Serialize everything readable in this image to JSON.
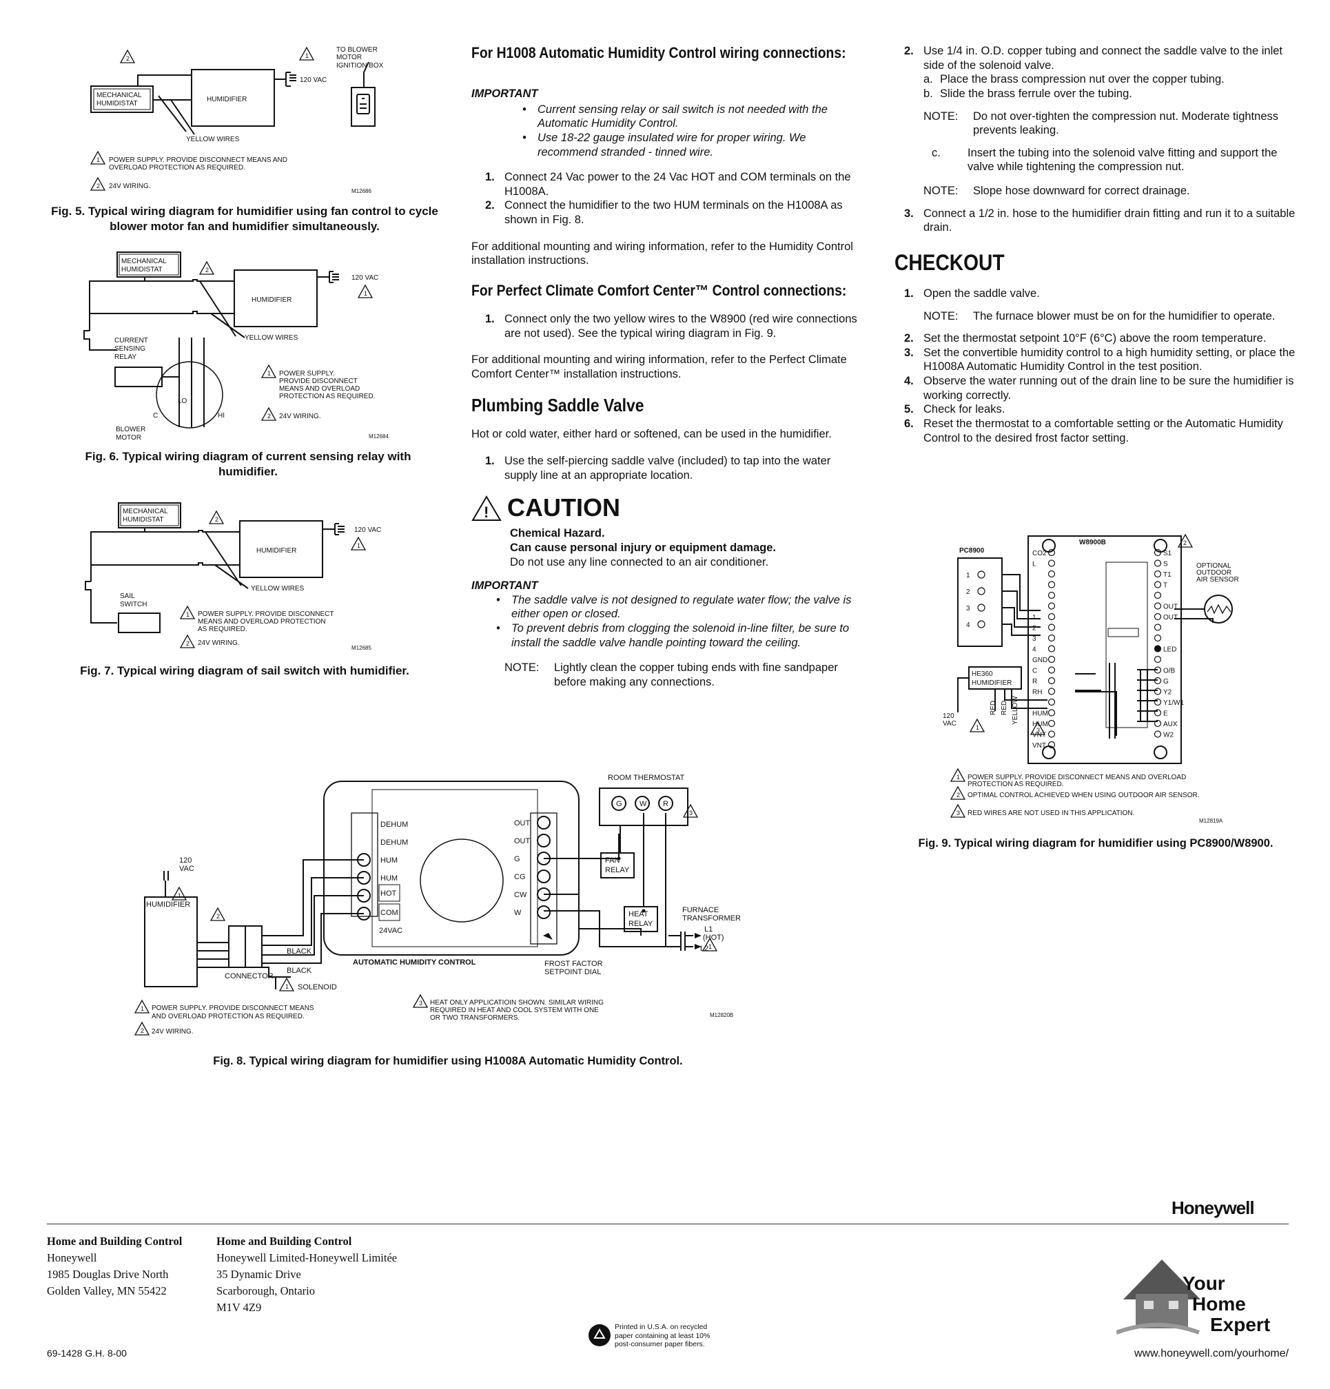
{
  "fig5": {
    "labels": {
      "to_blower": "TO BLOWER",
      "motor": "MOTOR",
      "ignition": "IGNITION BOX",
      "vac": "120 VAC",
      "humidistat1": "MECHANICAL",
      "humidistat2": "HUMIDISTAT",
      "humidifier": "HUMIDIFIER",
      "yellow": "YELLOW WIRES",
      "note1a": "POWER SUPPLY. PROVIDE DISCONNECT MEANS AND",
      "note1b": "OVERLOAD PROTECTION AS REQUIRED.",
      "note2": "24V WIRING.",
      "code": "M12686"
    },
    "caption": "Fig. 5. Typical wiring diagram for humidifier using fan control to cycle blower motor fan and humidifier simultaneously."
  },
  "fig6": {
    "labels": {
      "humidistat1": "MECHANICAL",
      "humidistat2": "HUMIDISTAT",
      "humidifier": "HUMIDIFIER",
      "vac": "120 VAC",
      "yellow": "YELLOW WIRES",
      "relay1": "CURRENT",
      "relay2": "SENSING",
      "relay3": "RELAY",
      "lo": "LO",
      "c": "C",
      "hi": "HI",
      "blower": "BLOWER",
      "motor": "MOTOR",
      "n1a": "POWER SUPPLY.",
      "n1b": "PROVIDE DISCONNECT",
      "n1c": "MEANS AND OVERLOAD",
      "n1d": "PROTECTION AS REQUIRED.",
      "n2": "24V WIRING.",
      "code": "M12684"
    },
    "caption": "Fig. 6. Typical wiring diagram of current sensing relay with humidifier."
  },
  "fig7": {
    "labels": {
      "humidistat1": "MECHANICAL",
      "humidistat2": "HUMIDISTAT",
      "humidifier": "HUMIDIFIER",
      "vac": "120 VAC",
      "yellow": "YELLOW WIRES",
      "sail1": "SAIL",
      "sail2": "SWITCH",
      "n1a": "POWER SUPPLY. PROVIDE DISCONNECT",
      "n1b": "MEANS AND OVERLOAD PROTECTION",
      "n1c": "AS REQUIRED.",
      "n2": "24V WIRING.",
      "code": "M12685"
    },
    "caption": "Fig. 7. Typical wiring diagram of sail switch with humidifier."
  },
  "mid": {
    "h1008_title": "For H1008 Automatic Humidity Control wiring connections:",
    "important": "IMPORTANT",
    "imp_bullets": [
      "Current sensing relay or sail switch is not needed with the Automatic Humidity Control.",
      "Use 18-22 gauge insulated wire for proper wiring. We recommend stranded - tinned wire."
    ],
    "steps": [
      "Connect 24 Vac power to the 24 Vac HOT and COM terminals on the H1008A.",
      "Connect the humidifier to the two HUM terminals on the H1008A as shown in Fig. 8."
    ],
    "step_nums": [
      "1.",
      "2."
    ],
    "more_info1": "For additional mounting and wiring information, refer to the Humidity Control installation instructions.",
    "pcc_title": "For Perfect Climate Comfort Center™ Control connections:",
    "pcc_step": "Connect only the two yellow wires to the W8900 (red wire connections are not used). See the typical wiring diagram in Fig. 9.",
    "pcc_num": "1.",
    "more_info2": "For additional mounting and wiring information, refer to the Perfect Climate Comfort Center™ installation instructions.",
    "saddle_title": "Plumbing Saddle Valve",
    "saddle_intro": "Hot or cold water, either hard or softened, can be used in the humidifier.",
    "saddle_step": "Use the self-piercing saddle valve (included) to tap into the water supply line at an appropriate location.",
    "saddle_num": "1.",
    "caution": "CAUTION",
    "caution_l1": "Chemical Hazard.",
    "caution_l2": "Can cause personal injury or equipment damage.",
    "caution_l3": "Do not use any line connected to an air conditioner.",
    "important2": "IMPORTANT",
    "imp2_bullets": [
      "The saddle valve is not designed to regulate water flow; the valve is either open or closed.",
      "To prevent debris from clogging the solenoid in-line filter, be sure to install the saddle valve handle pointing toward the ceiling."
    ],
    "note_label": "NOTE:",
    "note_text": "Lightly clean the copper tubing ends with fine sandpaper before making any connections."
  },
  "right": {
    "step2_num": "2.",
    "step2": "Use 1/4 in. O.D. copper tubing and connect the saddle valve to the inlet side of the solenoid valve.",
    "sub_a_l": "a.",
    "sub_a": "Place the brass compression nut over the copper tubing.",
    "sub_b_l": "b.",
    "sub_b": "Slide the brass ferrule over the tubing.",
    "note1_label": "NOTE:",
    "note1": "Do not over-tighten the compression nut. Moderate tightness prevents leaking.",
    "sub_c_l": "c.",
    "sub_c": "Insert the tubing into the solenoid valve fitting and support the valve while tightening the compression nut.",
    "note2_label": "NOTE:",
    "note2": "Slope hose downward for correct drainage.",
    "step3_num": "3.",
    "step3": "Connect a 1/2 in. hose to the humidifier drain fitting and run it to a suitable drain.",
    "checkout": "CHECKOUT",
    "c_nums": [
      "1.",
      "2.",
      "3.",
      "4.",
      "5.",
      "6."
    ],
    "c1": "Open the saddle valve.",
    "c_note_label": "NOTE:",
    "c_note": "The furnace blower must be on for the humidifier to operate.",
    "c2": "Set the thermostat setpoint 10°F (6°C) above the room temperature.",
    "c3": "Set the convertible humidity control to a high humidity setting, or place the H1008A Automatic Humidity Control in the test position.",
    "c4": "Observe the water running out of the drain line to be sure the humidifier is working correctly.",
    "c5": "Check for leaks.",
    "c6": "Reset the thermostat to a comfortable setting or the Automatic Humidity Control to the desired frost factor setting."
  },
  "fig9": {
    "labels": {
      "pc": "PC8900",
      "w": "W8900B",
      "opt1": "OPTIONAL",
      "opt2": "OUTDOOR",
      "opt3": "AIR SENSOR",
      "he1": "HE360",
      "he2": "HUMIDIFIER",
      "red": "RED",
      "yellow": "YELLOW",
      "vac1": "120",
      "vac2": "VAC",
      "n1a": "POWER SUPPLY. PROVIDE DISCONNECT MEANS AND OVERLOAD",
      "n1b": "PROTECTION AS REQUIRED.",
      "n2": "OPTIMAL CONTROL ACHIEVED WHEN USING OUTDOOR AIR SENSOR.",
      "n3": "RED WIRES ARE NOT USED IN THIS APPLICATION.",
      "code": "M12819A"
    },
    "left_terms": [
      "CO2",
      "L",
      "",
      "",
      "",
      "",
      "1",
      "2",
      "3",
      "4",
      "GND",
      "C",
      "R",
      "RH",
      "",
      "HUM",
      "HUM",
      "VNT",
      "VNT"
    ],
    "right_terms": [
      "S1",
      "S",
      "T1",
      "T",
      "",
      "OUT",
      "OUT",
      "",
      "",
      "LED",
      "",
      "O/B",
      "G",
      "Y2",
      "Y1/W1",
      "E",
      "AUX",
      "W2"
    ],
    "pc_terms": [
      "1",
      "2",
      "3",
      "4"
    ],
    "caption": "Fig. 9. Typical wiring diagram for humidifier using PC8900/W8900."
  },
  "fig8": {
    "labels": {
      "room": "ROOM THERMOSTAT",
      "g": "G",
      "w": "W",
      "r": "R",
      "fan1": "FAN",
      "fan2": "RELAY",
      "heat1": "HEAT",
      "heat2": "RELAY",
      "furn1": "FURNACE",
      "furn2": "TRANSFORMER",
      "l1": "L1",
      "hot": "(HOT)",
      "l2": "L2",
      "vac1": "120",
      "vac2": "VAC",
      "humidifier": "HUMIDIFIER",
      "black1": "BLACK",
      "black2": "BLACK",
      "connector": "CONNECTOR",
      "solenoid": "SOLENOID",
      "ahc": "AUTOMATIC HUMIDITY CONTROL",
      "frost1": "FROST FACTOR",
      "frost2": "SETPOINT DIAL",
      "hotlbl": "HOT",
      "com": "COM",
      "v24": "24VAC",
      "n1a": "POWER SUPPLY. PROVIDE DISCONNECT MEANS",
      "n1b": "AND OVERLOAD PROTECTION AS REQUIRED.",
      "n2": "24V WIRING.",
      "n3a": "HEAT ONLY APPLICATIOIN SHOWN. SIMILAR WIRING",
      "n3b": "REQUIRED IN HEAT AND COOL SYSTEM WITH ONE",
      "n3c": "OR TWO TRANSFORMERS.",
      "code": "M12820B"
    },
    "left_terms": [
      "DEHUM",
      "DEHUM",
      "HUM",
      "HUM"
    ],
    "right_terms": [
      "OUT",
      "OUT",
      "G",
      "CG",
      "CW",
      "W"
    ],
    "caption": "Fig. 8. Typical wiring diagram for humidifier using H1008A Automatic Humidity Control."
  },
  "footer": {
    "brand": "Honeywell",
    "us": {
      "title": "Home and Building Control",
      "l1": "Honeywell",
      "l2": "1985 Douglas Drive North",
      "l3": "Golden Valley, MN 55422"
    },
    "ca": {
      "title": "Home and Building Control",
      "l1": "Honeywell Limited-Honeywell Limitée",
      "l2": "35 Dynamic Drive",
      "l3": "Scarborough, Ontario",
      "l4": "M1V 4Z9"
    },
    "doc": "69-1428   G.H.   8-00",
    "recycle1": "Printed in U.S.A. on recycled",
    "recycle2": "paper containing at least 10%",
    "recycle3": "post-consumer paper fibers.",
    "logo1": "Your",
    "logo2": "Home",
    "logo3": "Expert",
    "url": "www.honeywell.com/yourhome/"
  }
}
